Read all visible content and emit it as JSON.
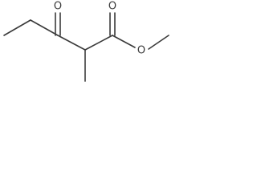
{
  "molecule": {
    "atoms": {
      "ketone_oxygen": "O",
      "carbonyl_oxygen": "O",
      "ester_oxygen": "O"
    },
    "colors": {
      "bond": "#3a3a3a",
      "label": "#3a3a3a",
      "background": "#ffffff"
    }
  }
}
